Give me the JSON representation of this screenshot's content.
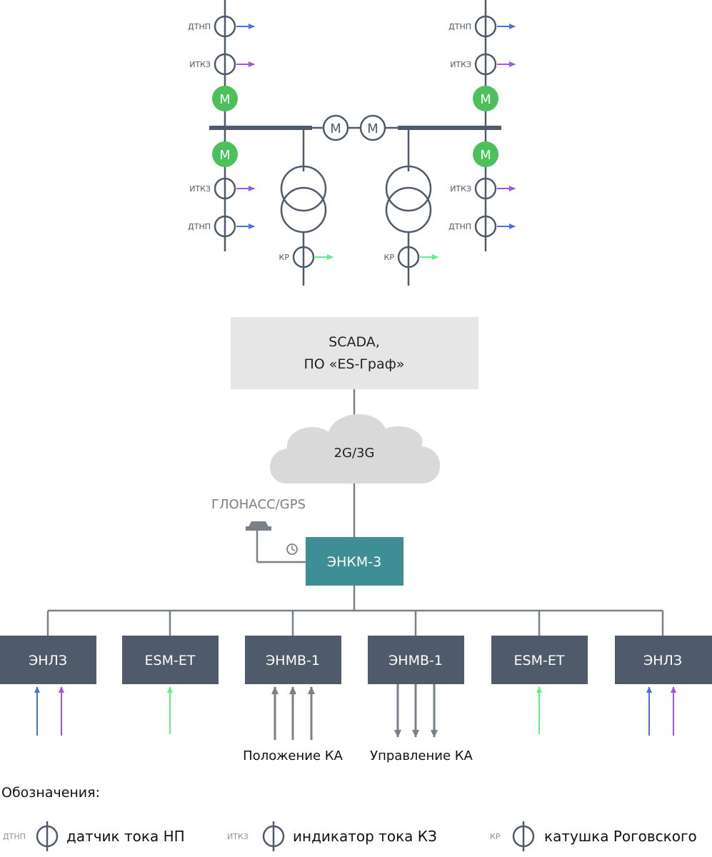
{
  "schematic": {
    "sensors": {
      "dtnp": "ДТНП",
      "itkz": "ИТКЗ",
      "kr": "КР"
    },
    "switch_label": "М"
  },
  "system": {
    "scada_line1": "SCADA,",
    "scada_line2": "ПО «ES-Граф»",
    "network": "2G/3G",
    "gnss": "ГЛОНАСС/GPS",
    "hub": "ЭНКМ-3"
  },
  "devices": [
    {
      "label": "ЭНЛЗ"
    },
    {
      "label": "ESM-ET"
    },
    {
      "label": "ЭНМВ-1"
    },
    {
      "label": "ЭНМВ-1"
    },
    {
      "label": "ESM-ET"
    },
    {
      "label": "ЭНЛЗ"
    }
  ],
  "signals": {
    "position": "Положение КА",
    "control": "Управление КА"
  },
  "legend": {
    "title": "Обозначения:",
    "items": [
      {
        "tag": "ДТНП",
        "text": "датчик тока НП"
      },
      {
        "tag": "ИТКЗ",
        "text": "индикатор тока КЗ"
      },
      {
        "tag": "КР",
        "text": "катушка Роговского"
      }
    ]
  },
  "colors": {
    "line": "#4f5b6a",
    "switch_green": "#4cc05a",
    "box_dark": "#4f5b6a",
    "hub_teal": "#3e8f95",
    "scada_bg": "#e6e6e6",
    "cloud": "#d9d9d9",
    "arrow_blue": "#4a6fe0",
    "arrow_purple": "#a455e0",
    "arrow_green": "#5ef08a",
    "arrow_gray": "#7a8088"
  }
}
